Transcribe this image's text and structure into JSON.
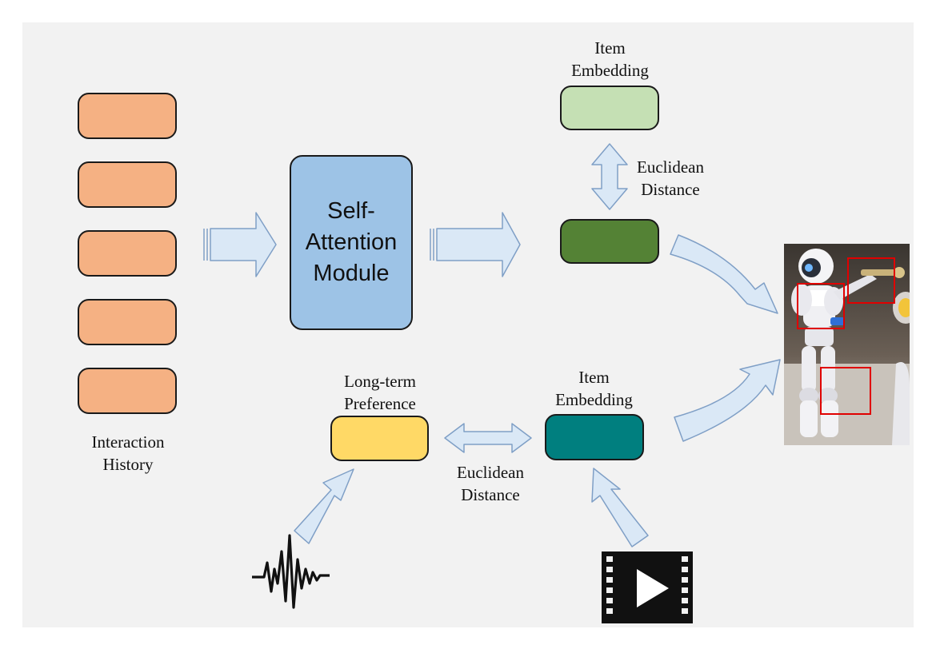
{
  "interaction_history": {
    "label_line1": "Interaction",
    "label_line2": "History",
    "item_count": 5,
    "item_color": "#f5b183"
  },
  "self_attention": {
    "line1": "Self-",
    "line2": "Attention",
    "line3": "Module",
    "color": "#9dc3e6"
  },
  "top_branch": {
    "item_embedding_line1": "Item",
    "item_embedding_line2": "Embedding",
    "item_embedding_color": "#c5e0b4",
    "output_color": "#548235",
    "distance_line1": "Euclidean",
    "distance_line2": "Distance"
  },
  "bottom_branch": {
    "long_term_line1": "Long-term",
    "long_term_line2": "Preference",
    "long_term_color": "#ffd966",
    "item_embedding_line1": "Item",
    "item_embedding_line2": "Embedding",
    "item_embedding_color": "#007f7f",
    "distance_line1": "Euclidean",
    "distance_line2": "Distance"
  },
  "icons": {
    "audio": "audio-waveform-icon",
    "video": "video-play-icon",
    "output": "robot-photo"
  },
  "colors": {
    "arrow_fill": "#dae8f6",
    "arrow_stroke": "#7f9fc6",
    "highlight_box": "#e00000"
  }
}
